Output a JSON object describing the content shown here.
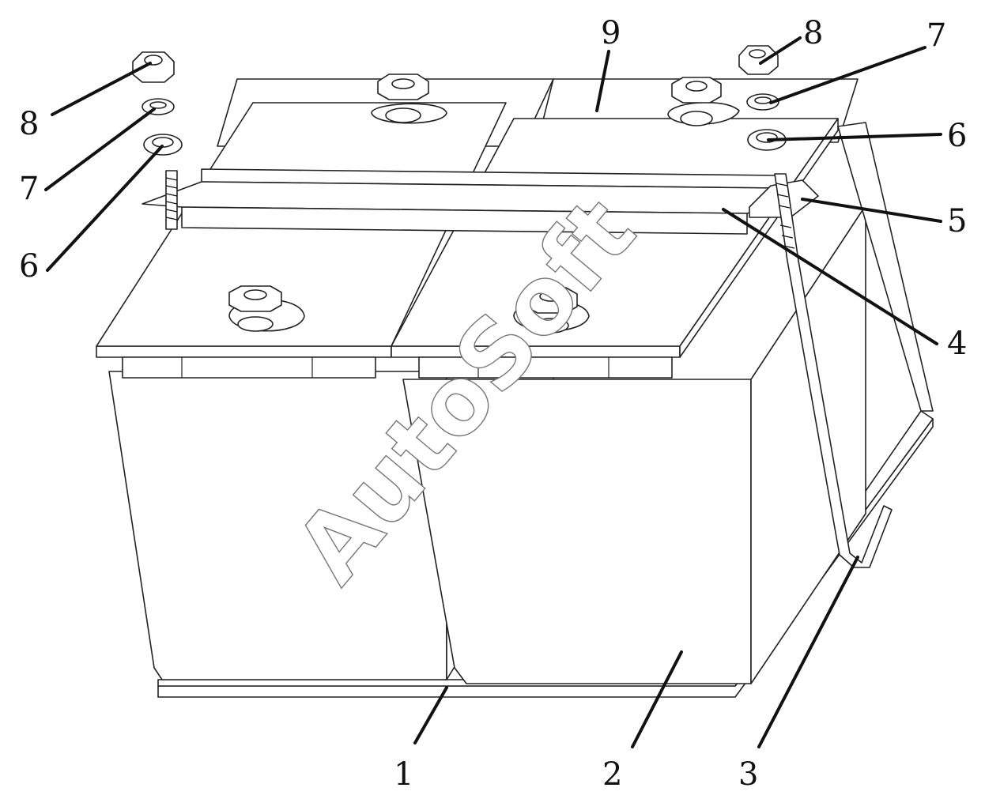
{
  "watermark": "AutoSoft",
  "callouts": [
    {
      "id": "c1",
      "label": "1"
    },
    {
      "id": "c2",
      "label": "2"
    },
    {
      "id": "c3",
      "label": "3"
    },
    {
      "id": "c4",
      "label": "4"
    },
    {
      "id": "c5",
      "label": "5"
    },
    {
      "id": "c6-left",
      "label": "6"
    },
    {
      "id": "c6-right",
      "label": "6"
    },
    {
      "id": "c7-left",
      "label": "7"
    },
    {
      "id": "c7-right",
      "label": "7"
    },
    {
      "id": "c8-left",
      "label": "8"
    },
    {
      "id": "c8-right",
      "label": "8"
    },
    {
      "id": "c9",
      "label": "9"
    }
  ],
  "colors": {
    "line": "#222222",
    "fill": "#ffffff",
    "watermark_stroke": "#777777"
  }
}
